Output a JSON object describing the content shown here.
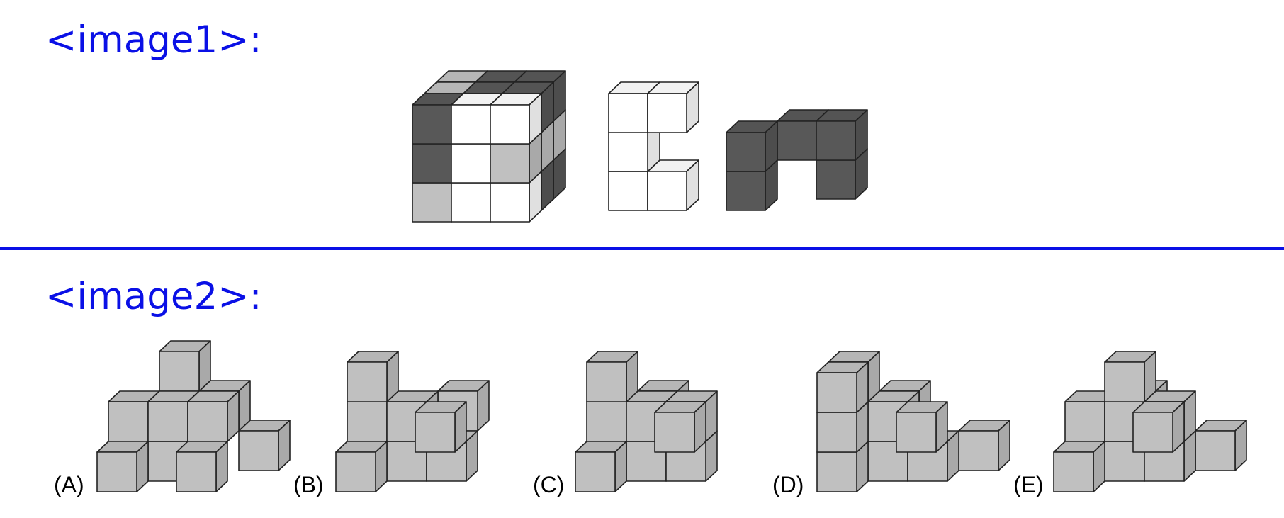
{
  "image1_label": "<image1>:",
  "image2_label": "<image2>:",
  "options": [
    "(A)",
    "(B)",
    "(C)",
    "(D)",
    "(E)"
  ],
  "colors": {
    "label_blue": "#0a10e6",
    "dark_face": "#585858",
    "light_gray_face": "#c0c0c0",
    "white_face": "#ffffff",
    "option_cube_face": "#c0c0c0"
  }
}
